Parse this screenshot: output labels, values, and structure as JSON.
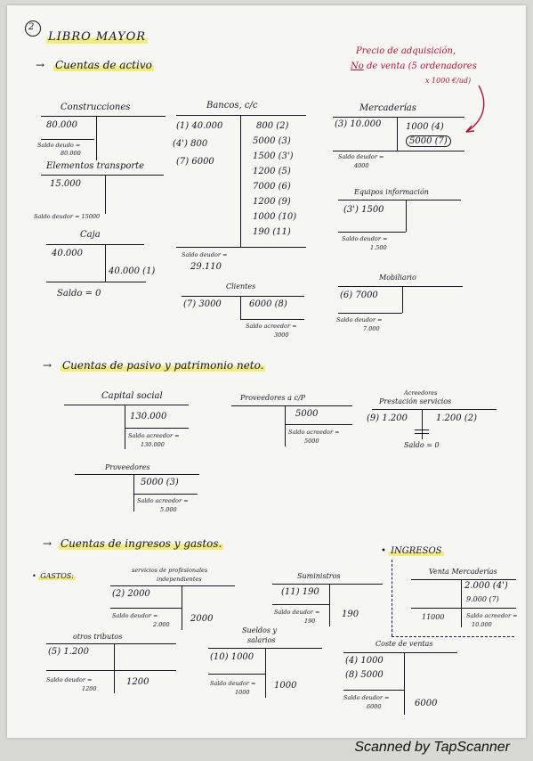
{
  "header": {
    "number": "2",
    "title": "LIBRO MAYOR"
  },
  "note": {
    "line1": "Precio de adquisición,",
    "no": "No",
    "line2": "de venta (5 ordenadores",
    "line3": "x 1000 €/ud)"
  },
  "sections": {
    "activo": "Cuentas de activo",
    "pasivo": "Cuentas de pasivo y patrimonio neto.",
    "ingresos_gastos": "Cuentas de ingresos y gastos.",
    "ingresos": "INGRESOS",
    "gastos": "GASTOS:"
  },
  "construcciones": {
    "title": "Construcciones",
    "debe": "80.000",
    "saldo_label": "Saldo deudo =",
    "saldo_value": "80.000"
  },
  "elementos": {
    "title": "Elementos transporte",
    "debe": "15.000",
    "saldo": "Saldo deudor = 15000"
  },
  "caja": {
    "title": "Caja",
    "debe": "40.000",
    "haber": "40.000 (1)",
    "saldo": "Saldo = 0"
  },
  "bancos": {
    "title": "Bancos, c/c",
    "debe": [
      "(1) 40.000",
      "(4') 800",
      "(7) 6000"
    ],
    "haber": [
      "800 (2)",
      "5000 (3)",
      "1500 (3')",
      "1200 (5)",
      "7000 (6)",
      "1200 (9)",
      "1000 (10)",
      "190 (11)"
    ],
    "saldo_label": "Saldo deudor =",
    "saldo_value": "29.110"
  },
  "clientes": {
    "title": "Clientes",
    "debe": "(7) 3000",
    "haber": "6000 (8)",
    "saldo_label": "Saldo acreedor =",
    "saldo_value": "3000"
  },
  "mercaderias": {
    "title": "Mercaderías",
    "debe": "(3) 10.000",
    "haber": [
      "1000 (4)",
      "5000 (7)"
    ],
    "saldo_label": "Saldo deudor =",
    "saldo_value": "4000"
  },
  "equipos": {
    "title": "Equipos información",
    "debe": "(3') 1500",
    "saldo_label": "Saldo deudor =",
    "saldo_value": "1.500"
  },
  "mobiliario": {
    "title": "Mobiliario",
    "debe": "(6) 7000",
    "saldo_label": "Saldo deudor =",
    "saldo_value": "7.000"
  },
  "capital": {
    "title": "Capital social",
    "haber": "130.000",
    "saldo_label": "Saldo acreedor =",
    "saldo_value": "130.000"
  },
  "proveedores_cp": {
    "title": "Proveedores a c/P",
    "haber": "5000",
    "saldo_label": "Saldo acreedor =",
    "saldo_value": "5000"
  },
  "acreedores": {
    "title1": "Acreedores",
    "title2": "Prestación servicios",
    "debe": "(9) 1.200",
    "haber": "1.200 (2)",
    "saldo": "Saldo = 0"
  },
  "proveedores": {
    "title": "Proveedores",
    "haber": "5000 (3)",
    "saldo_label": "Saldo acreedor =",
    "saldo_value": "5.000"
  },
  "servicios": {
    "title1": "servicios de profesionales",
    "title2": "independientes",
    "debe": "(2) 2000",
    "saldo_label": "Saldo deudor =",
    "saldo_value": "2.000",
    "total": "2000"
  },
  "suministros": {
    "title": "Suministros",
    "debe": "(11) 190",
    "saldo_label": "Saldo deudor =",
    "saldo_value": "190",
    "total": "190"
  },
  "venta": {
    "title": "Venta Mercaderías",
    "haber": [
      "2.000 (4')",
      "9.000 (7)"
    ],
    "total": "11000",
    "saldo_label": "Saldo acreedor =",
    "saldo_value": "10.000"
  },
  "otros": {
    "title": "otros tributos",
    "debe": "(5) 1.200",
    "saldo_label": "Saldo deudor =",
    "saldo_value": "1200",
    "total": "1200"
  },
  "sueldos": {
    "title1": "Sueldos y",
    "title2": "salarios",
    "debe": "(10) 1000",
    "saldo_label": "Saldo deudor =",
    "saldo_value": "1000",
    "total": "1000"
  },
  "coste": {
    "title": "Coste de ventas",
    "debe": [
      "(4) 1000",
      "(8) 5000"
    ],
    "saldo_label": "Saldo deudor =",
    "saldo_value": "6000",
    "total": "6000"
  },
  "watermark": "Scanned by TapScanner"
}
